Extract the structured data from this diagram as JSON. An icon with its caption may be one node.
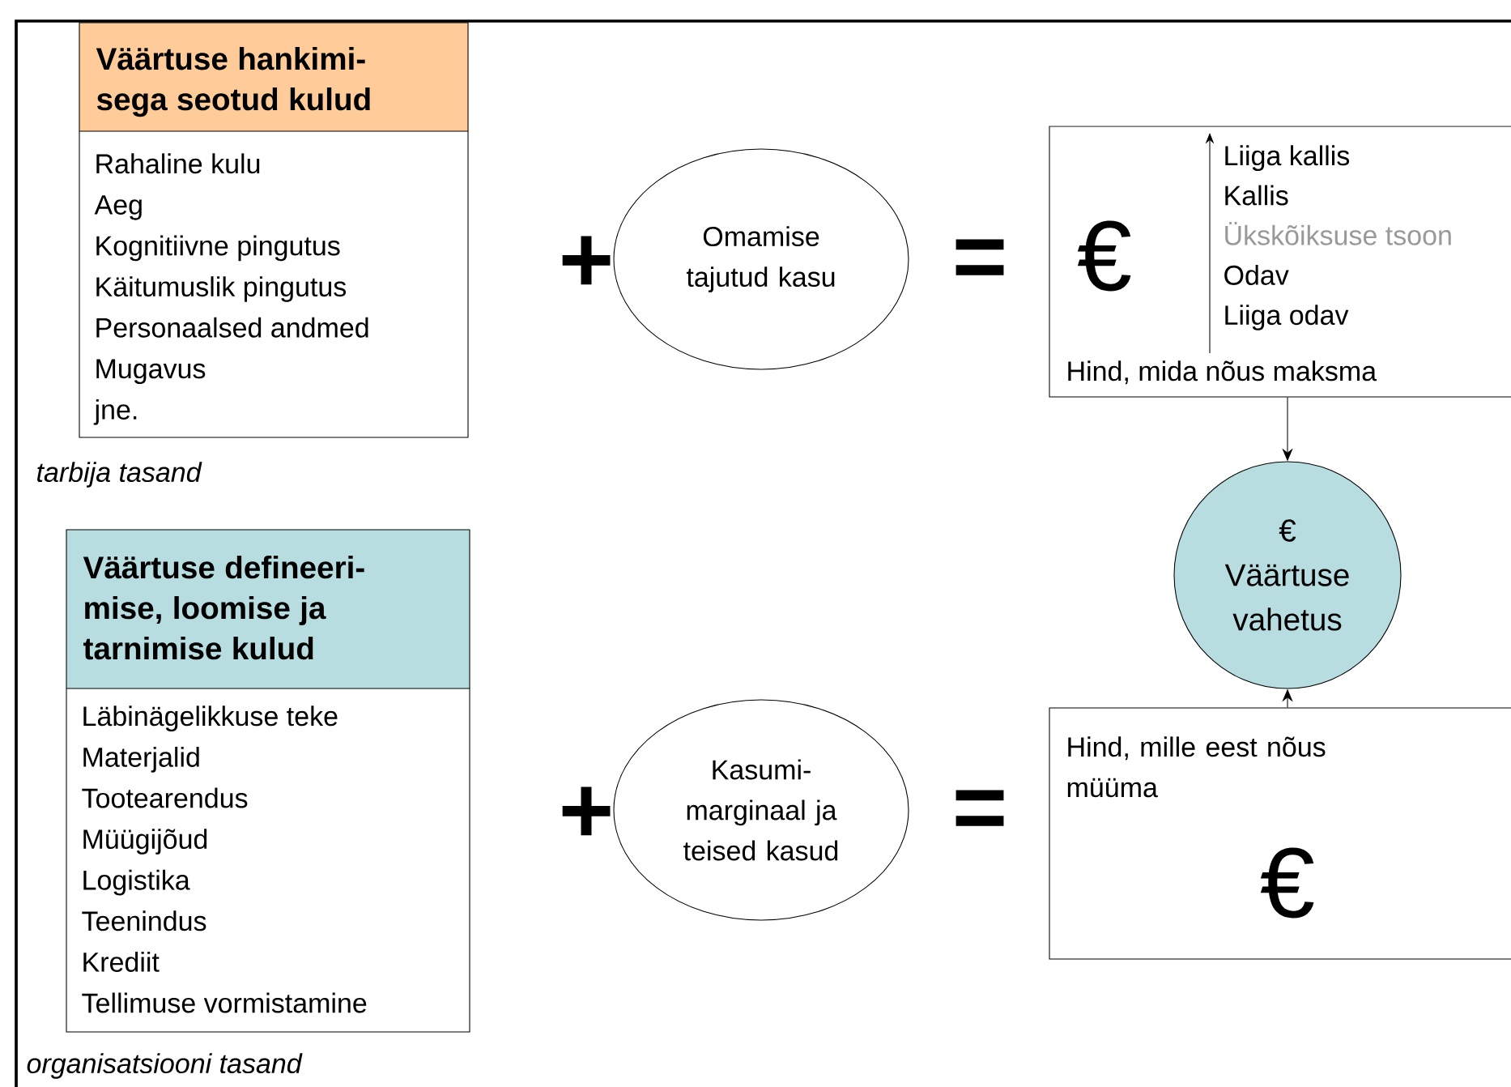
{
  "diagram": {
    "nodes": [
      {
        "text": [
          "Väärtuse hankimi- sega seotud kulud",
          "Rahaline kulu",
          "Aeg",
          "Kognitiivne pingutus",
          "Käitumuslik pingutus",
          "Personaalsed andmed",
          "Mugavus",
          "jne."
        ]
      },
      {
        "text": [
          "Omamise tajutud kasu"
        ]
      },
      {
        "text": [
          "€",
          "Liiga kallis",
          "Kallis",
          "Ükskõiksuse tsoon",
          "Odav",
          "Liiga odav",
          "Hind, mida nõus maksma"
        ]
      },
      {
        "text": [
          "€",
          "Väärtuse vahetus"
        ]
      },
      {
        "text": [
          "Väärtuse defineeri- mise, loomise ja tarnimise kulud",
          "Läbinägelikkuse teke",
          "Materjalid",
          "Tootearendus",
          "Müügijõud",
          "Logistika",
          "Teenindus",
          "Krediit",
          "Tellimuse vormistamine"
        ]
      },
      {
        "text": [
          "Kasumi- marginaal ja teised kasud"
        ]
      },
      {
        "text": [
          "Hind, mille eest nõus müüma",
          "€"
        ]
      }
    ],
    "edges": [
      {
        "from": 2,
        "to": 3,
        "arrow": "to"
      },
      {
        "from": 6,
        "to": 3,
        "arrow": "to"
      }
    ],
    "labels": [
      "+",
      "=",
      "tarbija tasand",
      "+",
      "=",
      "organisatsiooni tasand"
    ]
  }
}
